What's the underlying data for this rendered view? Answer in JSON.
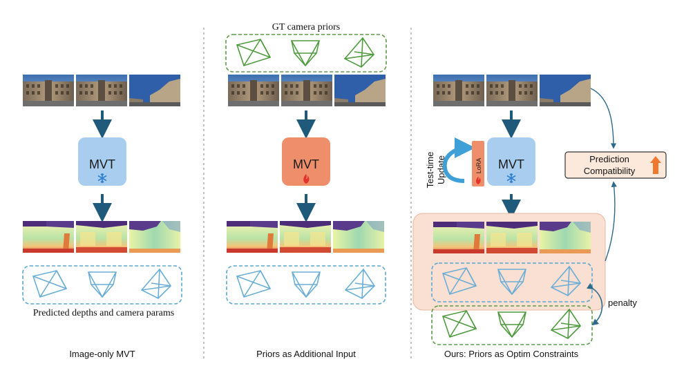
{
  "colors": {
    "arrow": "#1f5a7a",
    "mvt_frozen": "#a9cdee",
    "mvt_train": "#ee8e6a",
    "lora": "#ee8e6a",
    "pred_cam": "#6aaed6",
    "gt_cam": "#4f9a3e",
    "dashed_blue": "#5aa8d0",
    "dashed_green": "#5b9b47",
    "highlight_bg": "#fadfd3",
    "compat_bg": "#fde9dc",
    "up_arrow": "#ef7a2d",
    "divider": "#9a9a9a",
    "snowflake": "#2f7fd1",
    "flame": "#e2332a"
  },
  "icons": [
    "snowflake-icon",
    "flame-icon",
    "up-arrow-icon",
    "camera-frustum-icon",
    "curved-arrow-icon"
  ],
  "panels": [
    {
      "caption": "Image-only MVT",
      "model_label": "MVT",
      "output_label": "Predicted depths and camera params"
    },
    {
      "caption": "Priors as Additional Input",
      "model_label": "MVT",
      "input_label": "GT camera priors"
    },
    {
      "caption": "Ours: Priors as Optim Constraints",
      "model_label": "MVT",
      "lora_label": "LoRA",
      "update_label_line1": "Test-time",
      "update_label_line2": "Update",
      "compat_line1": "Prediction",
      "compat_line2": "Compatibility",
      "penalty_label": "penalty"
    }
  ]
}
